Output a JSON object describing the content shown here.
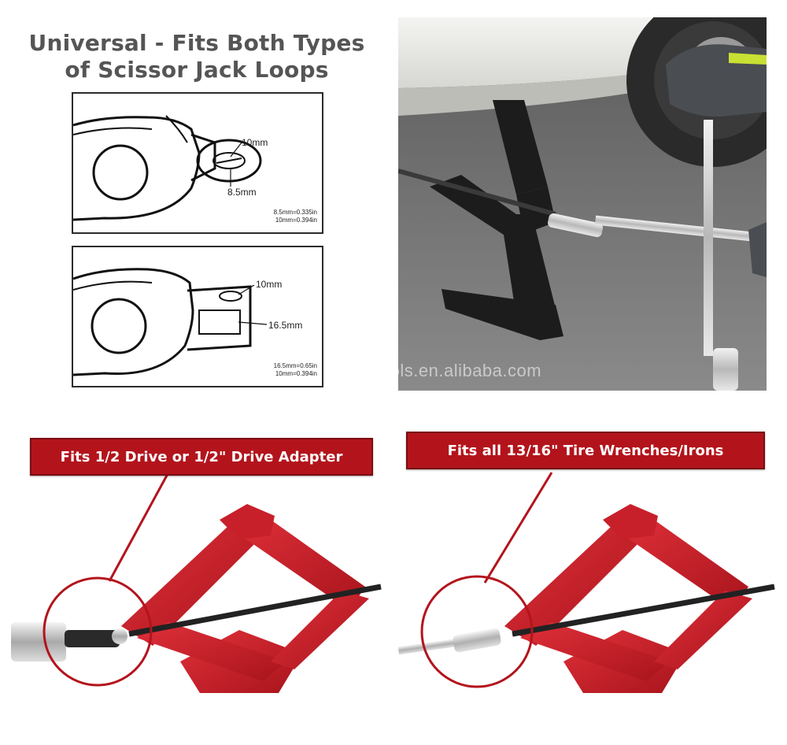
{
  "heading": {
    "line1": "Universal - Fits Both Types",
    "line2": "of Scissor Jack Loops"
  },
  "diagram_top": {
    "label_small_hole": "10mm",
    "label_width": "8.5mm",
    "conversion_line1": "8.5mm=0.335in",
    "conversion_line2": "10mm=0.394in"
  },
  "diagram_bottom": {
    "label_small_hole": "10mm",
    "label_slot": "16.5mm",
    "conversion_line1": "16.5mm=0.65in",
    "conversion_line2": "10mm=0.394in"
  },
  "watermark": "datongtools.en.alibaba.com",
  "banner_left": "Fits 1/2 Drive or 1/2\" Drive Adapter",
  "banner_right": "Fits all 13/16\" Tire Wrenches/Irons",
  "colors": {
    "banner_red": "#b3141c",
    "jack_red": "#c8202a",
    "asphalt": "#6e6e6e",
    "jack_black": "#1c1c1c"
  }
}
